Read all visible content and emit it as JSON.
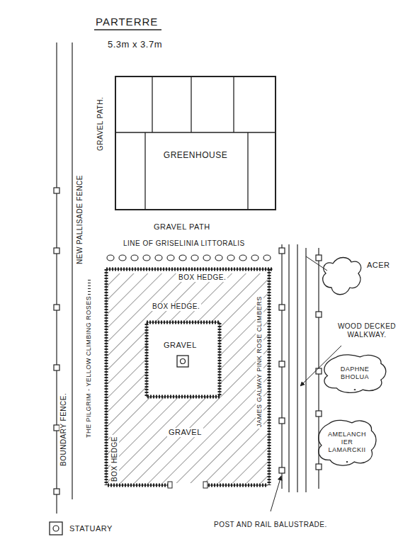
{
  "diagram": {
    "title": "PARTERRE",
    "nodes": [
      {
        "text": [
          "GREENHOUSE"
        ]
      },
      {
        "text": [
          "BOX HEDGE.",
          "GRAVEL"
        ]
      },
      {
        "text": [
          "BOX HEDGE.",
          "GRAVEL"
        ],
        "in": 1
      },
      {
        "text": [
          "DAPHNE BHOLUA"
        ]
      },
      {
        "text": [
          "AMELANCHIER LAMARCKII"
        ]
      }
    ],
    "labels": [
      "5.3m x 3.7m",
      "NEW PALLISADE FENCE",
      "GRAVEL PATH.",
      "BOUNDARY FENCE.",
      "GRAVEL PATH",
      "LINE OF GRISELINIA LITTORALIS",
      "THE PILGRIM - YELLOW CLIMBING ROSES",
      "JAMES GALWAY PINK ROSE CLIMBERS",
      "BOX HEDGE",
      "ACER",
      "WOOD DECKED WALKWAY.",
      "POST AND RAIL BALUSTRADE."
    ],
    "legend": [
      {
        "text": "STATUARY"
      }
    ]
  }
}
